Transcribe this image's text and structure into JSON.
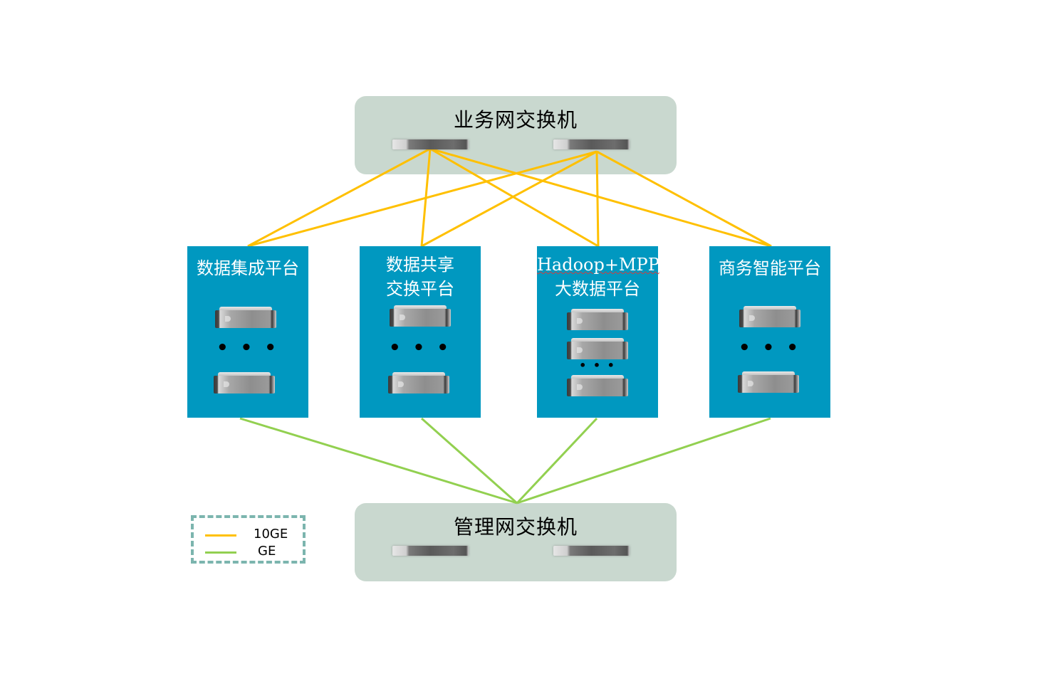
{
  "colors": {
    "switch_panel": "#c9d8cf",
    "platform": "#0098c0",
    "link_10ge": "#ffc000",
    "link_ge": "#92d050",
    "legend_border": "#7cb5ae"
  },
  "business_switch": {
    "title": "业务网交换机",
    "devices": [
      {
        "icon": "switch-device"
      },
      {
        "icon": "switch-device"
      }
    ]
  },
  "management_switch": {
    "title": "管理网交换机",
    "devices": [
      {
        "icon": "switch-device"
      },
      {
        "icon": "switch-device"
      }
    ]
  },
  "platforms": [
    {
      "title_lines": [
        "数据集成平台"
      ],
      "servers": 2,
      "ellipsis": "• • •"
    },
    {
      "title_lines": [
        "数据共享",
        "交换平台"
      ],
      "servers": 2,
      "ellipsis": "• • •"
    },
    {
      "title_lines": [
        "Hadoop+MPP",
        "大数据平台"
      ],
      "servers": 3,
      "ellipsis": "• • •"
    },
    {
      "title_lines": [
        "商务智能平台"
      ],
      "servers": 2,
      "ellipsis": "• • •"
    }
  ],
  "links": {
    "business": {
      "type": "10GE",
      "from": [
        "switch-1",
        "switch-2"
      ],
      "to": [
        "platform-1",
        "platform-2",
        "platform-3",
        "platform-4"
      ]
    },
    "management": {
      "type": "GE",
      "to": [
        "platform-1",
        "platform-2",
        "platform-3",
        "platform-4"
      ]
    }
  },
  "legend": {
    "items": [
      {
        "label": "10GE",
        "color": "#ffc000"
      },
      {
        "label": "GE",
        "color": "#92d050"
      }
    ]
  }
}
